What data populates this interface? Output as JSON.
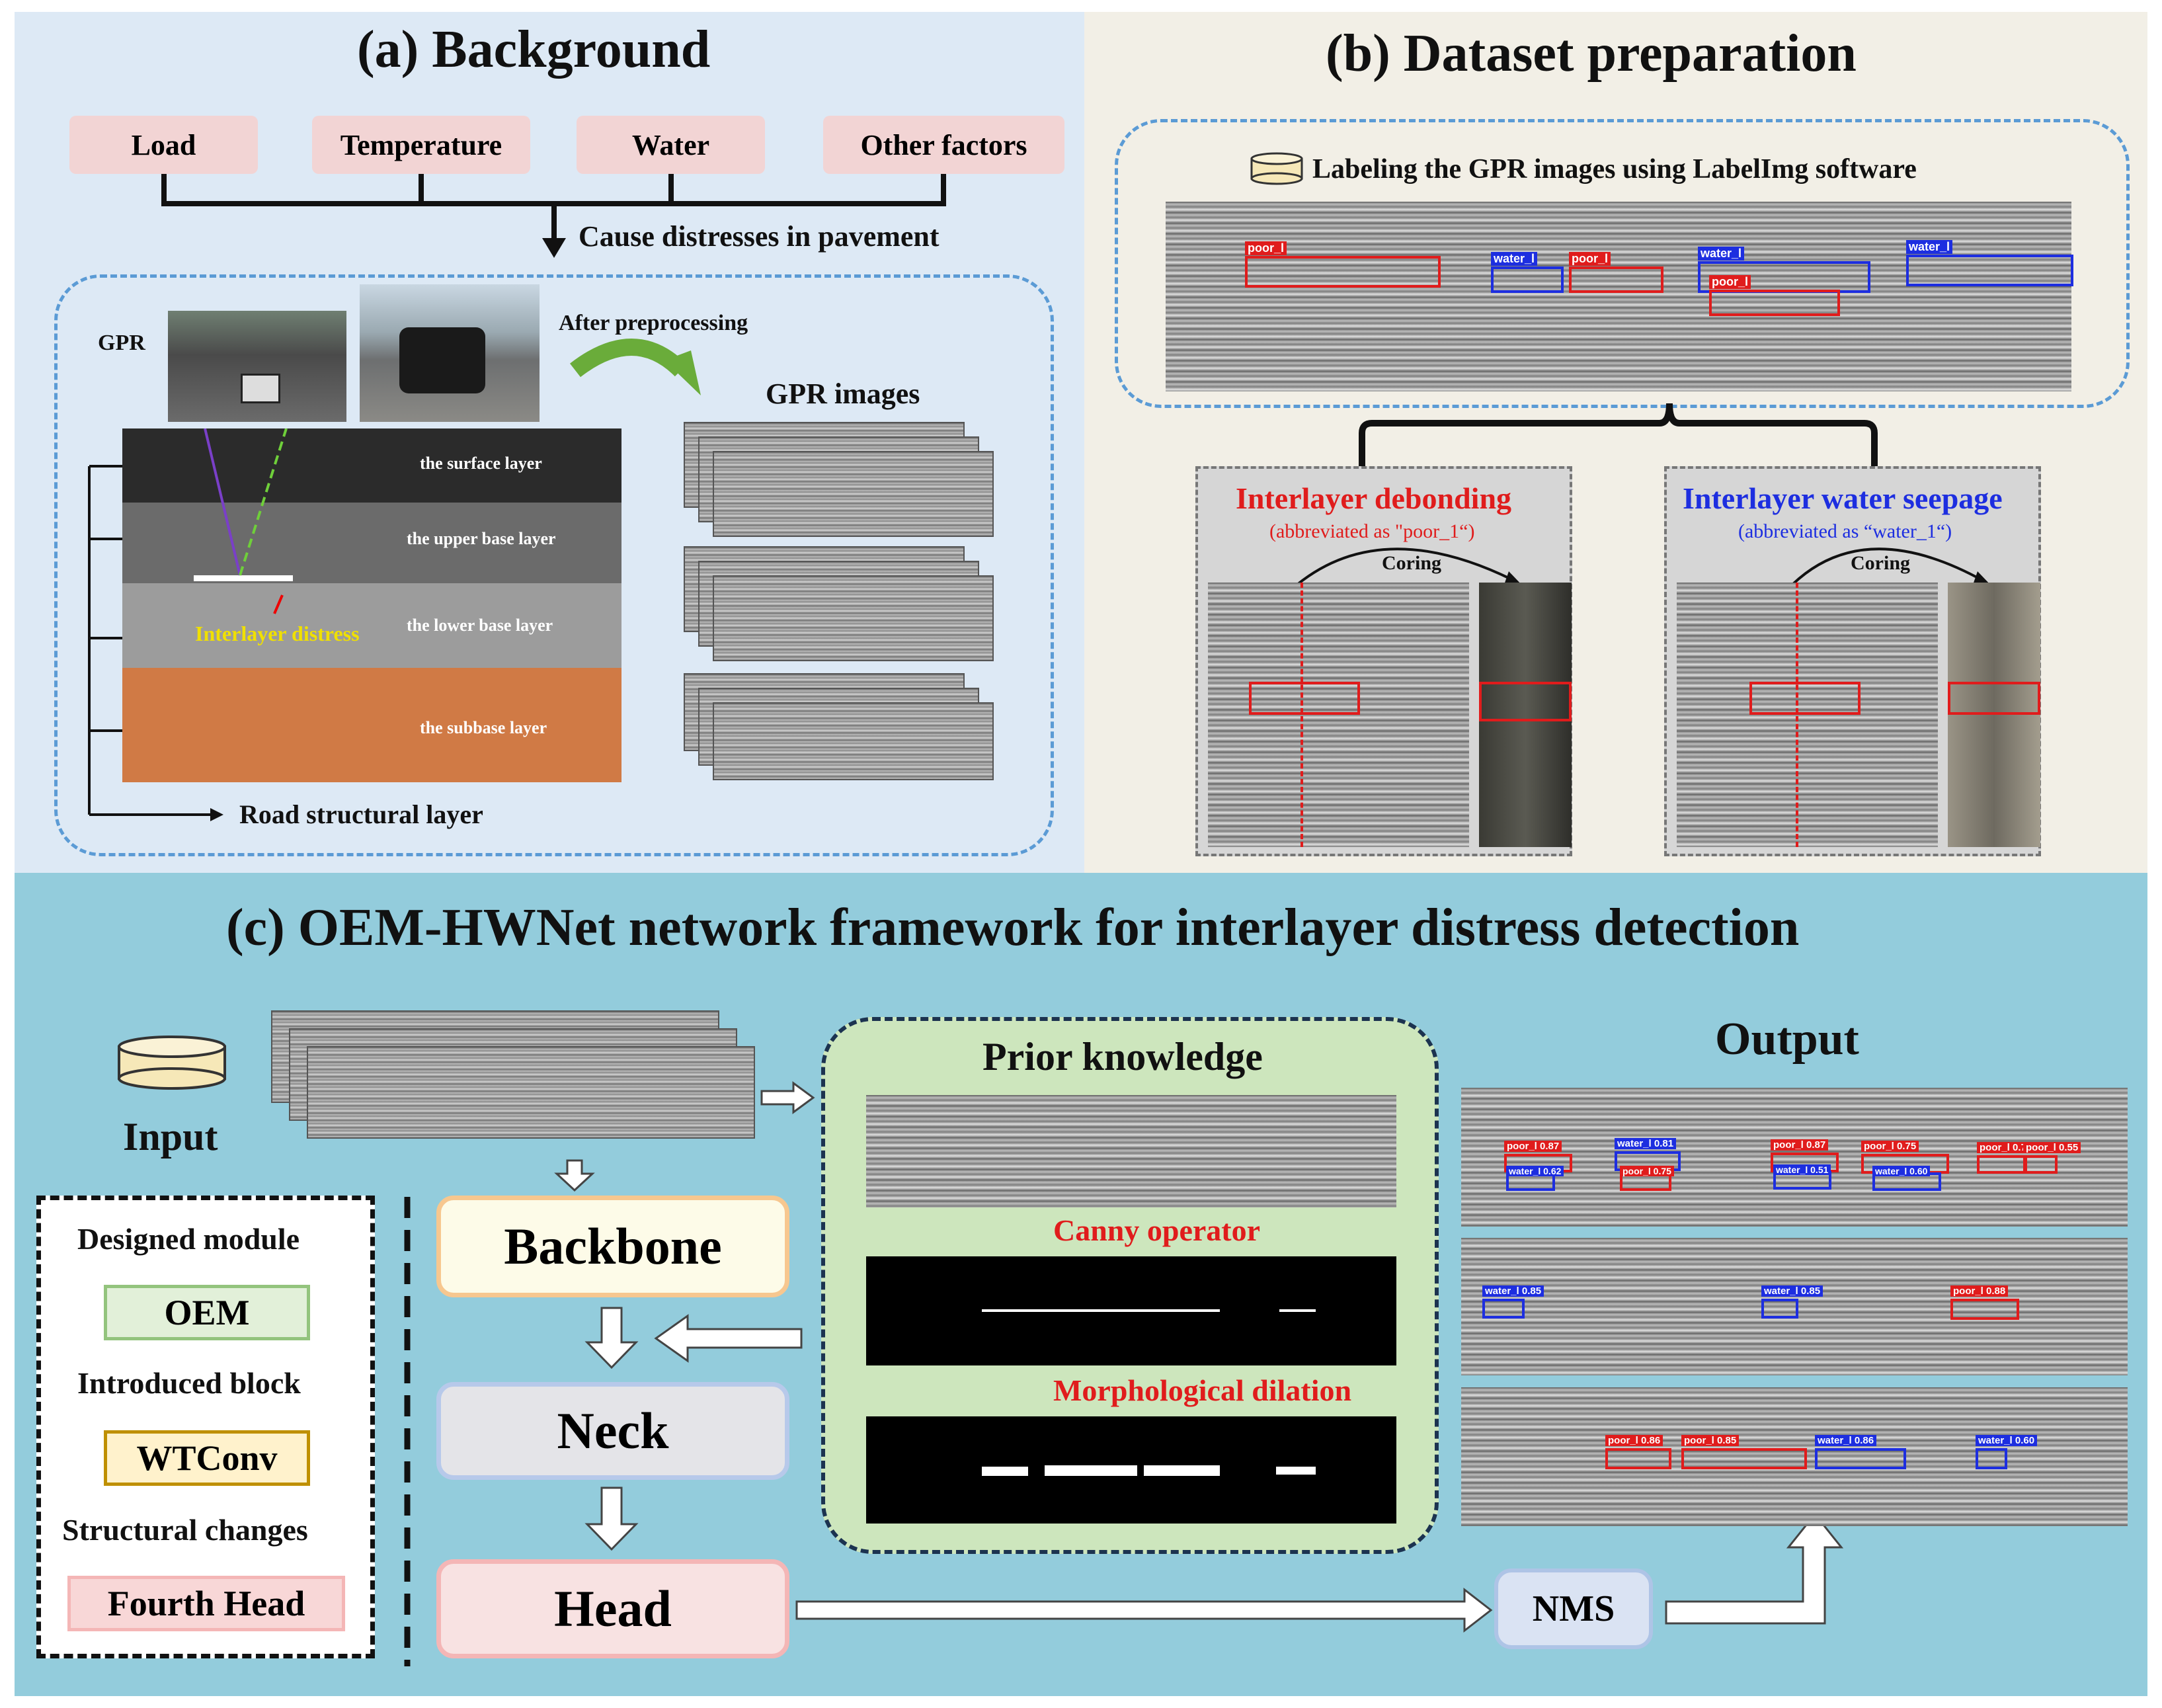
{
  "panel_a": {
    "title": "(a) Background",
    "causes": [
      "Load",
      "Temperature",
      "Water",
      "Other factors"
    ],
    "cause_caption": "Cause distresses in pavement",
    "gpr_label": "GPR",
    "after_preprocessing": "After preprocessing",
    "gpr_images_label": "GPR images",
    "layers": [
      "the surface layer",
      "the upper base layer",
      "the lower base layer",
      "the subbase layer"
    ],
    "interlayer_distress": "Interlayer distress",
    "road_structural_layer": "Road structural layer"
  },
  "panel_b": {
    "title": "(b) Dataset preparation",
    "labeling_caption": "Labeling the GPR images using LabelImg software",
    "tags": {
      "poor": "poor_l",
      "water": "water_l"
    },
    "left_case": {
      "title": "Interlayer debonding",
      "subtitle": "(abbreviated as \"poor_1“)",
      "coring": "Coring"
    },
    "right_case": {
      "title": "Interlayer water seepage",
      "subtitle": "(abbreviated as “water_1“)",
      "coring": "Coring"
    },
    "colors": {
      "poor": "#e01c1c",
      "water": "#1d2ee0"
    }
  },
  "panel_c": {
    "title": "(c) OEM-HWNet network framework for interlayer distress detection",
    "input_label": "Input",
    "legend": {
      "designed_module": "Designed module",
      "oem": "OEM",
      "introduced_block": "Introduced block",
      "wtconv": "WTConv",
      "structural_changes": "Structural changes",
      "fourth_head": "Fourth Head"
    },
    "modules": {
      "backbone": "Backbone",
      "neck": "Neck",
      "head": "Head",
      "nms": "NMS"
    },
    "prior_knowledge": {
      "title": "Prior knowledge",
      "step1": "Canny operator",
      "step2": "Morphological dilation"
    },
    "output": {
      "title": "Output",
      "row1": [
        {
          "label": "poor_l 0.87",
          "kind": "poor"
        },
        {
          "label": "water_l 0.62",
          "kind": "water"
        },
        {
          "label": "water_l 0.81",
          "kind": "water"
        },
        {
          "label": "poor_l 0.75",
          "kind": "poor"
        },
        {
          "label": "poor_l 0.87",
          "kind": "poor"
        },
        {
          "label": "water_l 0.51",
          "kind": "water"
        },
        {
          "label": "poor_l 0.75",
          "kind": "poor"
        },
        {
          "label": "water_l 0.60",
          "kind": "water"
        },
        {
          "label": "poor_l 0.77",
          "kind": "poor"
        },
        {
          "label": "poor_l 0.55",
          "kind": "poor"
        }
      ],
      "row2": [
        {
          "label": "water_l 0.85",
          "kind": "water"
        },
        {
          "label": "water_l 0.85",
          "kind": "water"
        },
        {
          "label": "poor_l 0.88",
          "kind": "poor"
        }
      ],
      "row3": [
        {
          "label": "poor_l 0.86",
          "kind": "poor"
        },
        {
          "label": "poor_l 0.85",
          "kind": "poor"
        },
        {
          "label": "water_l 0.86",
          "kind": "water"
        },
        {
          "label": "water_l 0.60",
          "kind": "water"
        }
      ]
    }
  }
}
